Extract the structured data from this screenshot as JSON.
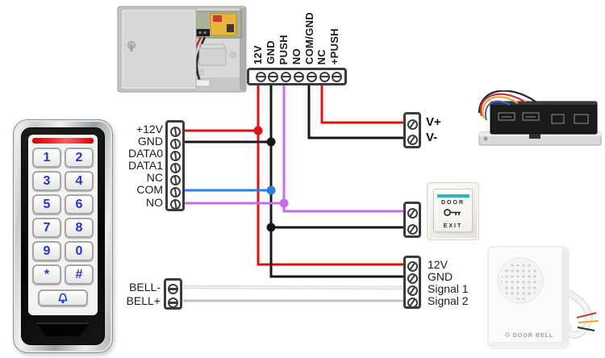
{
  "blocks": {
    "top": {
      "labels": [
        "12V",
        "GND",
        "PUSH",
        "NO",
        "COM/GND",
        "NC",
        "+PUSH"
      ]
    },
    "keypad": {
      "labels": [
        "+12V",
        "GND",
        "DATA0",
        "DATA1",
        "NC",
        "COM",
        "NO"
      ]
    },
    "bell": {
      "labels": [
        "BELL-",
        "BELL+"
      ]
    },
    "lock": {
      "labels": [
        "V+",
        "V-"
      ]
    },
    "doorbell": {
      "labels": [
        "12V",
        "GND",
        "Signal 1",
        "Signal 2"
      ]
    }
  },
  "exit_button": {
    "top_label": "DOOR",
    "bottom_label": "EXIT"
  },
  "doorbell_device": {
    "label": "DOOR BELL"
  },
  "keypad_device": {
    "keys": [
      "1",
      "2",
      "3",
      "4",
      "5",
      "6",
      "7",
      "8",
      "9",
      "0",
      "*",
      "#"
    ]
  },
  "wire_colors": {
    "red": "#e31212",
    "black": "#161616",
    "purple": "#c86ae9",
    "blue": "#2b7de9",
    "white": "#efefef",
    "gray": "#c3c3c3"
  }
}
